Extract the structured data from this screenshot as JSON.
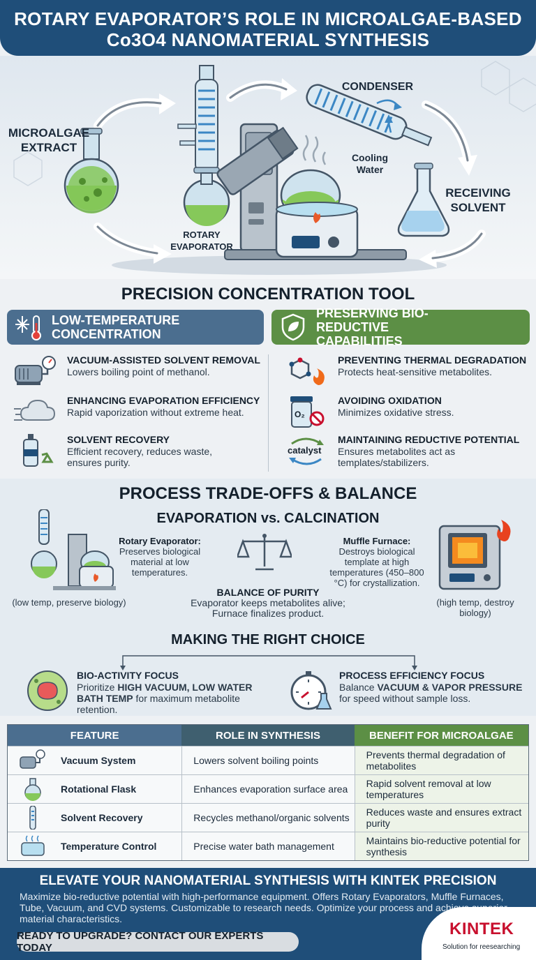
{
  "header": {
    "line1": "ROTARY EVAPORATOR’S ROLE IN MICROALGAE-BASED",
    "line2": "Co3O4 NANOMATERIAL SYNTHESIS"
  },
  "hero": {
    "microalgae_extract_1": "MICROALGAE",
    "microalgae_extract_2": "EXTRACT",
    "rotary_evaporator_1": "ROTARY",
    "rotary_evaporator_2": "EVAPORATOR",
    "condenser": "CONDENSER",
    "cooling_water_1": "Cooling",
    "cooling_water_2": "Water",
    "receiving_solvent_1": "RECEIVING",
    "receiving_solvent_2": "SOLVENT"
  },
  "precision": {
    "title": "PRECISION CONCENTRATION TOOL",
    "left_header_1": "LOW-TEMPERATURE",
    "left_header_2": "CONCENTRATION",
    "right_header_1": "PRESERVING BIO-REDUCTIVE",
    "right_header_2": "CAPABILITIES",
    "left_items": [
      {
        "title": "VACUUM-ASSISTED SOLVENT REMOVAL",
        "desc": "Lowers boiling point of methanol.",
        "icon": "vacuum-pump-icon"
      },
      {
        "title": "ENHANCING EVAPORATION EFFICIENCY",
        "desc": "Rapid vaporization without extreme heat.",
        "icon": "vapor-cloud-icon"
      },
      {
        "title": "SOLVENT RECOVERY",
        "desc": "Efficient recovery, reduces waste, ensures purity.",
        "icon": "recycle-bottle-icon"
      }
    ],
    "right_items": [
      {
        "title": "PREVENTING THERMAL DEGRADATION",
        "desc": "Protects heat-sensitive metabolites.",
        "icon": "molecule-flame-icon"
      },
      {
        "title": "AVOIDING OXIDATION",
        "desc": "Minimizes oxidative stress.",
        "icon": "no-oxygen-icon"
      },
      {
        "title": "MAINTAINING REDUCTIVE POTENTIAL",
        "desc": "Ensures metabolites act as templates/stabilizers.",
        "icon": "catalyst-cycle-icon"
      }
    ],
    "catalyst_label": "catalyst",
    "o2_label": "O₂"
  },
  "tradeoffs": {
    "title": "PROCESS TRADE-OFFS & BALANCE",
    "subtitle": "EVAPORATION vs. CALCINATION",
    "rotary_title": "Rotary Evaporator:",
    "rotary_desc": "Preserves biological material at low temperatures.",
    "rotary_caption": "(low temp, preserve biology)",
    "muffle_title": "Muffle Furnace:",
    "muffle_desc": "Destroys biological template at high temperatures (450–800 °C) for crystallization.",
    "muffle_caption": "(high temp, destroy biology)",
    "balance_title": "BALANCE OF PURITY",
    "balance_desc": "Evaporator keeps metabolites alive; Furnace finalizes product.",
    "choice_title": "MAKING THE RIGHT CHOICE",
    "bio_title": "BIO-ACTIVITY FOCUS",
    "bio_pre": "Prioritize ",
    "bio_bold": "HIGH VACUUM, LOW WATER BATH TEMP",
    "bio_post": " for maximum metabolite retention.",
    "eff_title": "PROCESS EFFICIENCY FOCUS",
    "eff_pre": "Balance ",
    "eff_bold": "VACUUM & VAPOR PRESSURE",
    "eff_post": " for speed without sample loss."
  },
  "table": {
    "headers": [
      "FEATURE",
      "ROLE IN SYNTHESIS",
      "BENEFIT FOR MICROALGAE"
    ],
    "header_colors": [
      "#4b6e8f",
      "#3f5f6f",
      "#5c8f45"
    ],
    "rows": [
      {
        "feature": "Vacuum System",
        "role": "Lowers solvent boiling points",
        "benefit": "Prevents thermal degradation of metabolites"
      },
      {
        "feature": "Rotational Flask",
        "role": "Enhances evaporation surface area",
        "benefit": "Rapid solvent removal at low temperatures"
      },
      {
        "feature": "Solvent Recovery",
        "role": "Recycles methanol/organic solvents",
        "benefit": "Reduces waste and ensures extract purity"
      },
      {
        "feature": "Temperature Control",
        "role": "Precise water bath management",
        "benefit": "Maintains bio-reductive potential for synthesis"
      }
    ]
  },
  "footer": {
    "title": "ELEVATE YOUR NANOMATERIAL SYNTHESIS WITH KINTEK PRECISION",
    "desc": "Maximize bio-reductive potential with high-performance equipment. Offers Rotary Evaporators, Muffle Furnaces, Tube, Vacuum, and CVD systems. Customizable to research needs. Optimize your process and achieve superior material characteristics.",
    "cta": "READY TO UPGRADE? CONTACT OUR EXPERTS TODAY",
    "logo": "KINTEK",
    "tagline": "Solution for reesearching"
  }
}
